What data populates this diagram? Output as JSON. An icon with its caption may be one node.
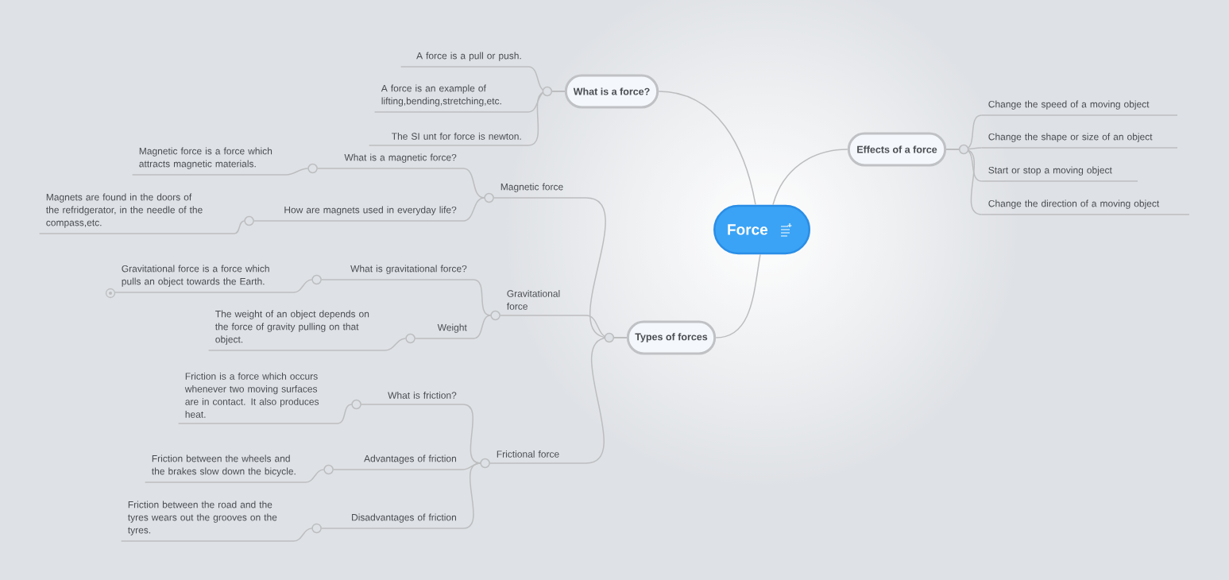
{
  "diagram": {
    "nodes": [
      {
        "text": [
          "Force"
        ]
      },
      {
        "text": [
          "What is a force?"
        ]
      },
      {
        "text": [
          "A force is a pull or push."
        ]
      },
      {
        "text": [
          "A force is an example of lifting,bending,stretching,etc."
        ]
      },
      {
        "text": [
          "The SI unt for force is newton."
        ]
      },
      {
        "text": [
          "Effects of a force"
        ]
      },
      {
        "text": [
          "Change the speed of a moving object"
        ]
      },
      {
        "text": [
          "Change the shape or size of an object"
        ]
      },
      {
        "text": [
          "Start or stop a moving object"
        ]
      },
      {
        "text": [
          "Change the direction of a moving object"
        ]
      },
      {
        "text": [
          "Types of forces"
        ]
      },
      {
        "text": [
          "Magnetic force"
        ]
      },
      {
        "text": [
          "What is a magnetic force?"
        ]
      },
      {
        "text": [
          "Magnetic force is a force which attracts magnetic materials."
        ]
      },
      {
        "text": [
          "How are magnets used in everyday life?"
        ]
      },
      {
        "text": [
          "Magnets are found in the doors of the refridgerator, in the needle of the compass,etc."
        ]
      },
      {
        "text": [
          "Gravitational force"
        ]
      },
      {
        "text": [
          "What is gravitational force?"
        ]
      },
      {
        "text": [
          "Gravitational force is a force which pulls an object towards the Earth."
        ]
      },
      {
        "text": [
          "Weight"
        ]
      },
      {
        "text": [
          "The weight of an object depends on the force of gravity pulling on that object."
        ]
      },
      {
        "text": [
          "Frictional force"
        ]
      },
      {
        "text": [
          "What is friction?"
        ]
      },
      {
        "text": [
          "Friction is a force which occurs whenever two moving surfaces are in contact. It also produces heat."
        ]
      },
      {
        "text": [
          "Advantages of friction"
        ]
      },
      {
        "text": [
          "Friction between the wheels and the brakes slow down the bicycle."
        ]
      },
      {
        "text": [
          "Disadvantages of friction"
        ]
      },
      {
        "text": [
          "Friction between the road and the tyres wears out the grooves on the tyres."
        ]
      }
    ],
    "edges": [
      {
        "from": 0,
        "to": 1,
        "arrow": "none"
      },
      {
        "from": 1,
        "to": 2,
        "arrow": "none"
      },
      {
        "from": 1,
        "to": 3,
        "arrow": "none"
      },
      {
        "from": 1,
        "to": 4,
        "arrow": "none"
      },
      {
        "from": 0,
        "to": 5,
        "arrow": "none"
      },
      {
        "from": 5,
        "to": 6,
        "arrow": "none"
      },
      {
        "from": 5,
        "to": 7,
        "arrow": "none"
      },
      {
        "from": 5,
        "to": 8,
        "arrow": "none"
      },
      {
        "from": 5,
        "to": 9,
        "arrow": "none"
      },
      {
        "from": 0,
        "to": 10,
        "arrow": "none"
      },
      {
        "from": 10,
        "to": 11,
        "arrow": "none"
      },
      {
        "from": 11,
        "to": 12,
        "arrow": "none"
      },
      {
        "from": 12,
        "to": 13,
        "arrow": "none"
      },
      {
        "from": 11,
        "to": 14,
        "arrow": "none"
      },
      {
        "from": 14,
        "to": 15,
        "arrow": "none"
      },
      {
        "from": 10,
        "to": 16,
        "arrow": "none"
      },
      {
        "from": 16,
        "to": 17,
        "arrow": "none"
      },
      {
        "from": 17,
        "to": 18,
        "arrow": "none"
      },
      {
        "from": 16,
        "to": 19,
        "arrow": "none"
      },
      {
        "from": 19,
        "to": 20,
        "arrow": "none"
      },
      {
        "from": 10,
        "to": 21,
        "arrow": "none"
      },
      {
        "from": 21,
        "to": 22,
        "arrow": "none"
      },
      {
        "from": 22,
        "to": 23,
        "arrow": "none"
      },
      {
        "from": 21,
        "to": 24,
        "arrow": "none"
      },
      {
        "from": 24,
        "to": 25,
        "arrow": "none"
      },
      {
        "from": 21,
        "to": 26,
        "arrow": "none"
      },
      {
        "from": 26,
        "to": 27,
        "arrow": "none"
      }
    ]
  }
}
